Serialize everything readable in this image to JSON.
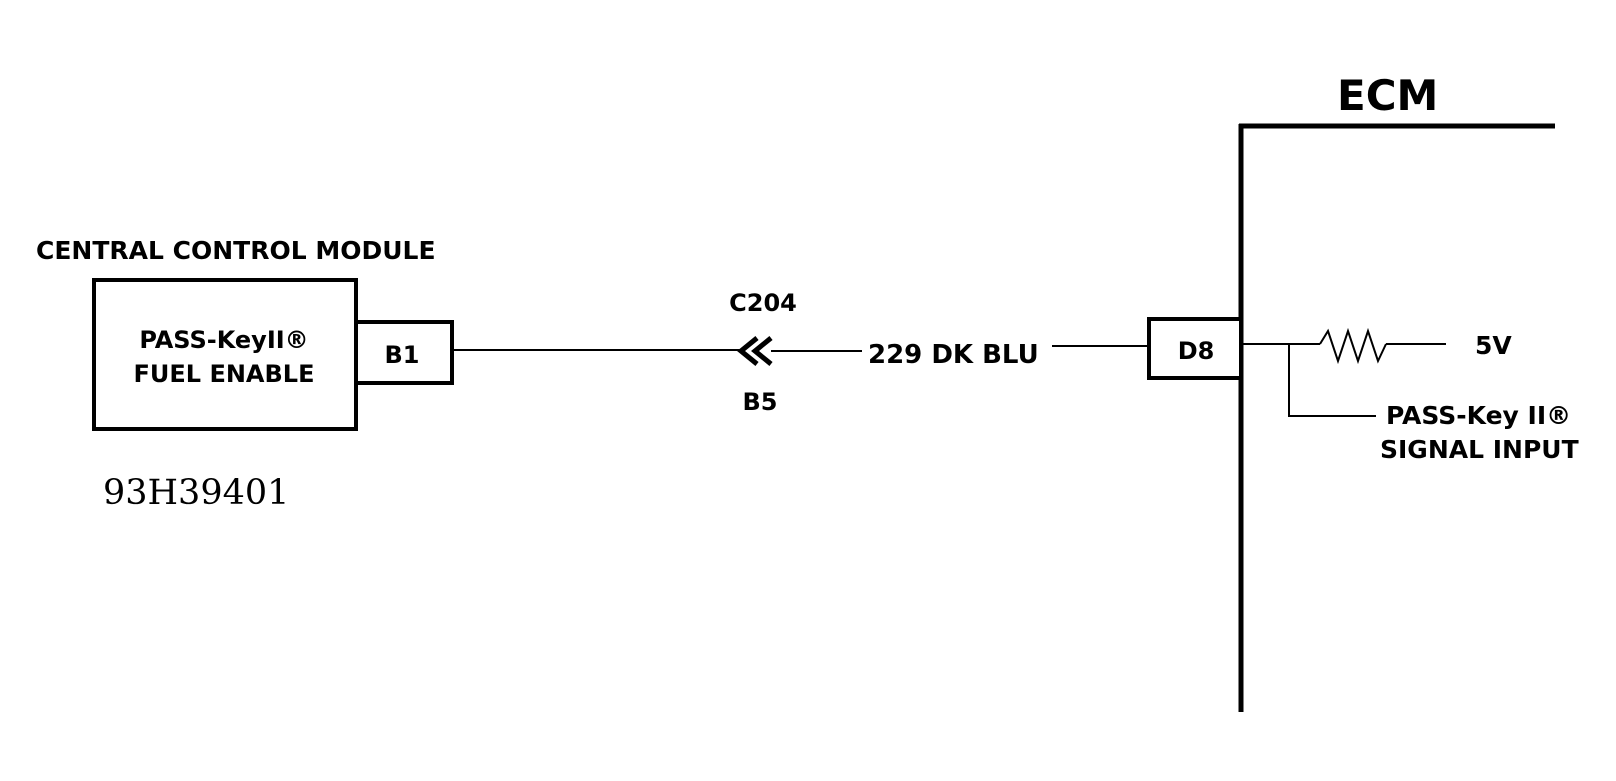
{
  "ecm": {
    "title": "ECM",
    "pin": "D8",
    "supply_voltage": "5V",
    "signal_label_line1": "PASS-Key II®",
    "signal_label_line2": "SIGNAL INPUT"
  },
  "ccm": {
    "title": "CENTRAL CONTROL MODULE",
    "function_line1": "PASS-KeyII®",
    "function_line2": "FUEL ENABLE",
    "pin": "B1"
  },
  "connector": {
    "name": "C204",
    "pin": "B5"
  },
  "wire": {
    "circuit_label": "229 DK BLU"
  },
  "figure_id": "93H39401"
}
